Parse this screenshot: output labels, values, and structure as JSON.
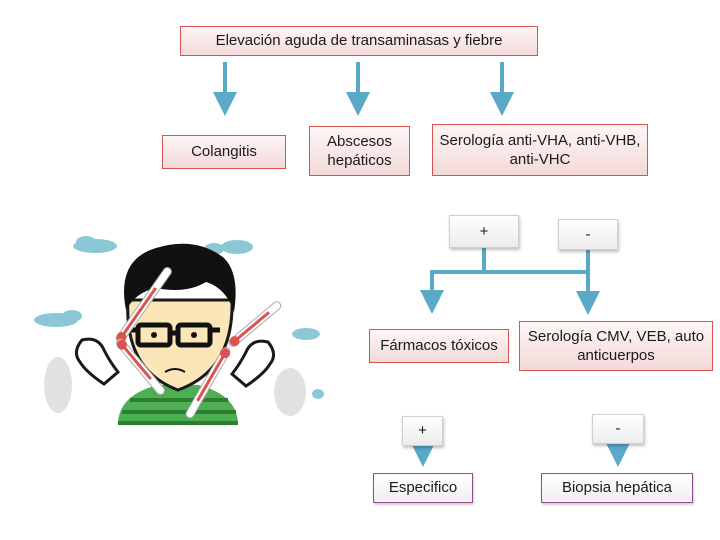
{
  "diagram": {
    "title": "Elevación aguda de transaminasas y fiebre",
    "level1": {
      "colangitis": "Colangitis",
      "abscesos": "Abscesos hepáticos",
      "serologia": "Serología anti-VHA, anti-VHB, anti-VHC"
    },
    "serologia_branches": {
      "positive": "+",
      "negative": "-"
    },
    "level2": {
      "farmacos": "Fármacos tóxicos",
      "serologia2": "Serología CMV, VEB, auto anticuerpos"
    },
    "final_branches": {
      "positive": "+",
      "negative": "-"
    },
    "level3": {
      "especifico": "Especifico",
      "biopsia": "Biopsia hepática"
    },
    "colors": {
      "arrow": "#5aa9c9",
      "red_border": "#d9534f",
      "purple_border": "#8e4d8e",
      "shirt": "#4caf50"
    }
  },
  "illustration": {
    "icon": "sick-man-with-thermometers-icon"
  }
}
